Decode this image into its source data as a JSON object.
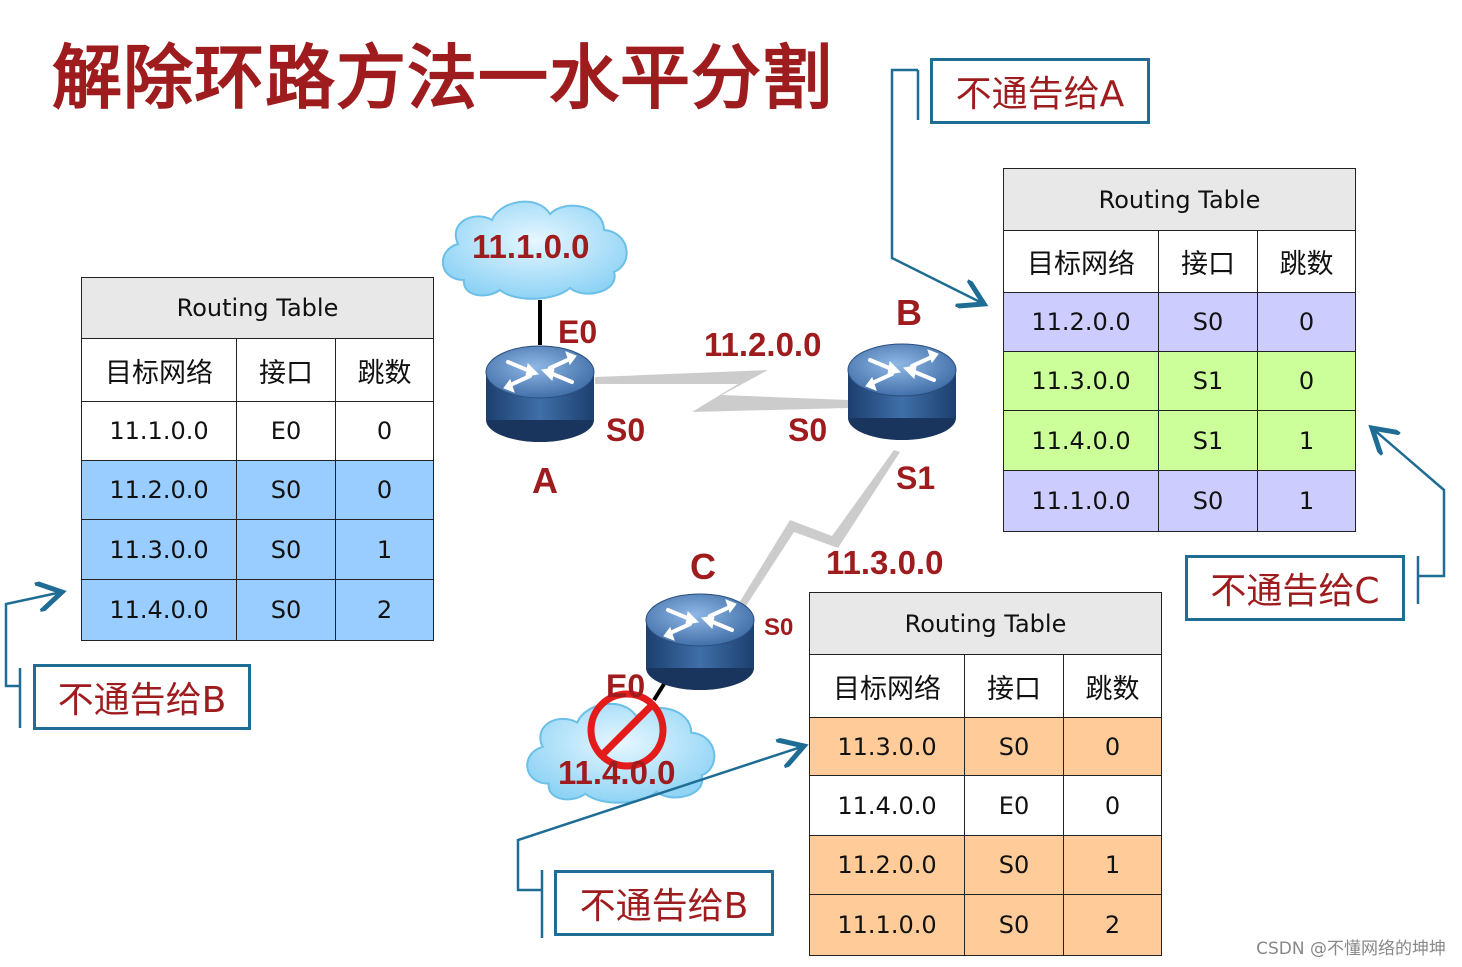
{
  "title": "解除环路方法一水平分割",
  "routers": [
    {
      "id": "A",
      "label": "A"
    },
    {
      "id": "B",
      "label": "B"
    },
    {
      "id": "C",
      "label": "C"
    }
  ],
  "clouds": [
    {
      "id": "net-11-1",
      "label": "11.1.0.0"
    },
    {
      "id": "net-11-4",
      "label": "11.4.0.0"
    }
  ],
  "link_labels": {
    "ab_network": "11.2.0.0",
    "bc_network": "11.3.0.0",
    "a_e0": "E0",
    "a_s0": "S0",
    "b_s0": "S0",
    "b_s1": "S1",
    "c_s0": "S0",
    "c_e0": "E0"
  },
  "notes": {
    "top": "不通告给A",
    "right": "不通告给C",
    "left": "不通告给B",
    "bottom": "不通告给B"
  },
  "tables": {
    "A": {
      "title": "Routing Table",
      "columns": [
        "目标网络",
        "接口",
        "跳数"
      ],
      "rows": [
        [
          "11.1.0.0",
          "E0",
          "0"
        ],
        [
          "11.2.0.0",
          "S0",
          "0"
        ],
        [
          "11.3.0.0",
          "S0",
          "1"
        ],
        [
          "11.4.0.0",
          "S0",
          "2"
        ]
      ],
      "row_colors": [
        "#ffffff",
        "#99ccff",
        "#99ccff",
        "#99ccff"
      ]
    },
    "B": {
      "title": "Routing Table",
      "columns": [
        "目标网络",
        "接口",
        "跳数"
      ],
      "rows": [
        [
          "11.2.0.0",
          "S0",
          "0"
        ],
        [
          "11.3.0.0",
          "S1",
          "0"
        ],
        [
          "11.4.0.0",
          "S1",
          "1"
        ],
        [
          "11.1.0.0",
          "S0",
          "1"
        ]
      ],
      "row_colors": [
        "#ccccff",
        "#ccff99",
        "#ccff99",
        "#ccccff"
      ]
    },
    "C": {
      "title": "Routing Table",
      "columns": [
        "目标网络",
        "接口",
        "跳数"
      ],
      "rows": [
        [
          "11.3.0.0",
          "S0",
          "0"
        ],
        [
          "11.4.0.0",
          "E0",
          "0"
        ],
        [
          "11.2.0.0",
          "S0",
          "1"
        ],
        [
          "11.1.0.0",
          "S0",
          "2"
        ]
      ],
      "row_colors": [
        "#ffcc99",
        "#ffffff",
        "#ffcc99",
        "#ffcc99"
      ]
    }
  },
  "colors": {
    "title": "#9e1b1e",
    "note_border": "#1f6d95",
    "arrow": "#1f6d95",
    "link": "#cccccc",
    "prohibit": "#e31b1b"
  },
  "icons": [
    "router-icon",
    "cloud-icon",
    "prohibited-icon",
    "bracket-arrow"
  ],
  "watermark": "CSDN @不懂网络的坤坤"
}
